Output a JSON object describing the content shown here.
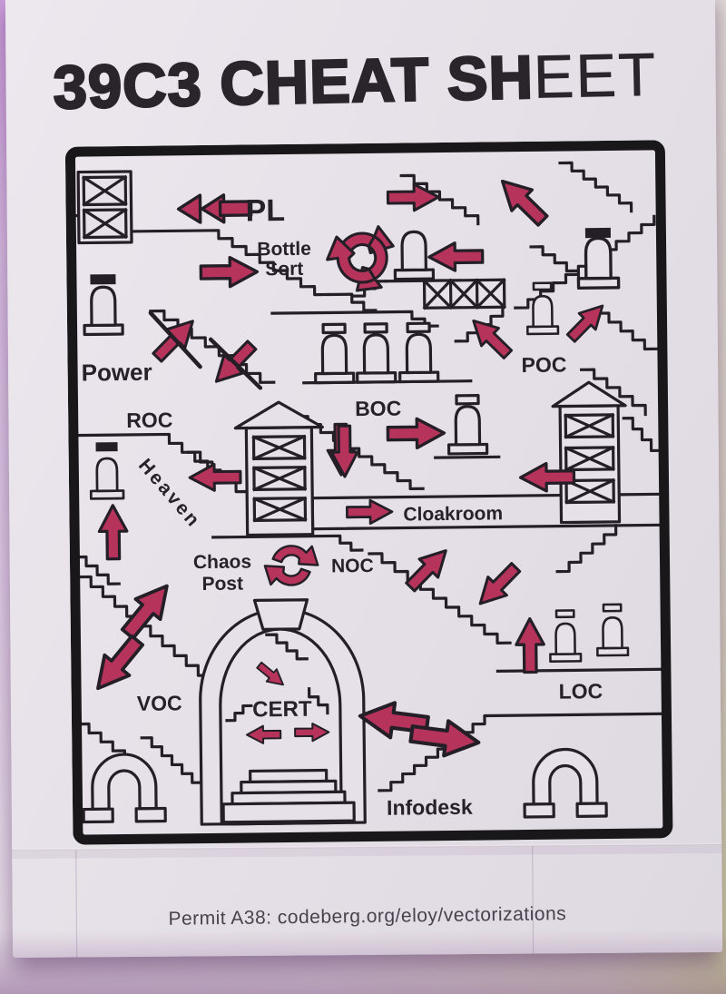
{
  "header": {
    "title": "39C3 CHEAT SHEET",
    "title_heavy": "39C3 CHEAT SH",
    "title_light": "EET"
  },
  "map": {
    "labels": {
      "pl": "PL",
      "bottle_line1": "Bottle",
      "bottle_line2": "Sort",
      "power": "Power",
      "roc": "ROC",
      "boc": "BOC",
      "poc": "POC",
      "heaven": "Heaven",
      "cloakroom": "Cloakroom",
      "chaos_line1": "Chaos",
      "chaos_line2": "Post",
      "noc": "NOC",
      "voc": "VOC",
      "cert": "CERT",
      "loc": "LOC",
      "infodesk": "Infodesk"
    }
  },
  "footer": {
    "text": "Permit A38: codeberg.org/eloy/vectorizations"
  },
  "colors": {
    "arrow_fill": "#b6335c",
    "outline": "#241f26",
    "paper": "#e6e1e8",
    "border": "#1a171b",
    "title_ink": "#29252b"
  }
}
